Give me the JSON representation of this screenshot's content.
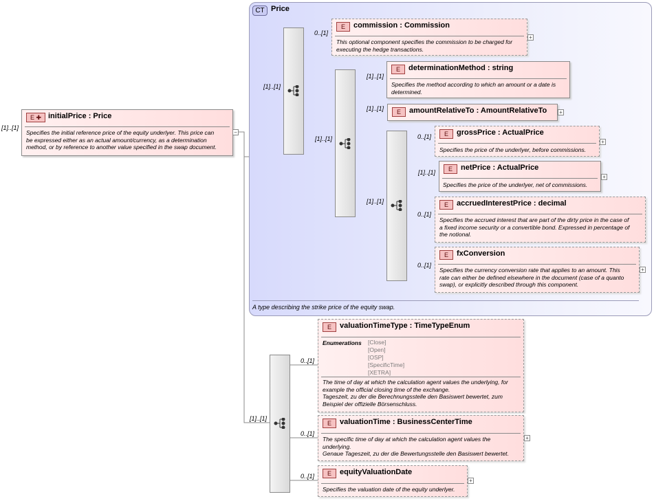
{
  "root": {
    "cardinality": "[1]..[1]",
    "badge": "E",
    "name": "initialPrice",
    "type": "Price",
    "doc": [
      "Specifies the initial reference price of the equity underlyer. This price can",
      "be expressed either as an actual amount/currency, as a determination",
      "method, or by reference to another value specified in the swap document."
    ]
  },
  "complex_type": {
    "badge": "CT",
    "title": "Price",
    "doc": "A type describing the strike price of the equity swap."
  },
  "cardinalities": {
    "seq1": "[1]..[1]",
    "commission": "0..[1]",
    "seq2": "[1]..[1]",
    "determination": "[1]..[1]",
    "amountRelative": "[1]..[1]",
    "seq3": "[1]..[1]",
    "gross": "0..[1]",
    "net": "[1]..[1]",
    "accrued": "0..[1]",
    "fx": "0..[1]",
    "seq4": "[1]..[1]",
    "valuationTimeType": "0..[1]",
    "valuationTime": "0..[1]",
    "equityValuationDate": "0..[1]"
  },
  "elements": {
    "commission": {
      "badge": "E",
      "label": "commission : Commission",
      "doc": [
        "This optional component specifies the commission to be charged for",
        "executing the hedge transactions."
      ]
    },
    "determinationMethod": {
      "badge": "E",
      "label": "determinationMethod : string",
      "doc": [
        "Specifies the method according to which an amount or a date is",
        "determined."
      ]
    },
    "amountRelativeTo": {
      "badge": "E",
      "label": "amountRelativeTo : AmountRelativeTo"
    },
    "grossPrice": {
      "badge": "E",
      "label": "grossPrice : ActualPrice",
      "doc": [
        "Specifies the price of the underlyer, before commissions."
      ]
    },
    "netPrice": {
      "badge": "E",
      "label": "netPrice : ActualPrice",
      "doc": [
        "Specifies the price of the underlyer, net of commissions."
      ]
    },
    "accruedInterestPrice": {
      "badge": "E",
      "label": "accruedInterestPrice : decimal",
      "doc": [
        "Specifies the accrued interest that are part of the dirty price in the case of",
        "a fixed income security or a convertible bond. Expressed in percentage of",
        "the notional."
      ]
    },
    "fxConversion": {
      "badge": "E",
      "label": "fxConversion",
      "doc": [
        "Specifies the currency conversion rate that applies to an amount. This",
        "rate can either be defined elsewhere in the document (case of a quanto",
        "swap), or explicitly described through this component."
      ]
    },
    "valuationTimeType": {
      "badge": "E",
      "label": "valuationTimeType : TimeTypeEnum",
      "enum_label": "Enumerations",
      "enums": [
        "[Close]",
        "[Open]",
        "[OSP]",
        "[SpecificTime]",
        "[XETRA]"
      ],
      "doc": [
        "The time of day at which the calculation agent values the underlying, for",
        "example the official closing time of the exchange.",
        "Tageszeit, zu der die Berechnungsstelle den Basiswert bewertet, zum",
        "Beispiel der offizielle Börsenschluss."
      ]
    },
    "valuationTime": {
      "badge": "E",
      "label": "valuationTime : BusinessCenterTime",
      "doc": [
        "The specific time of day at which the calculation agent values the",
        "underlying.",
        "Genaue Tageszeit, zu der die Bewertungsstelle den Basiswert bewertet."
      ]
    },
    "equityValuationDate": {
      "badge": "E",
      "label": "equityValuationDate",
      "doc": [
        "Specifies the valuation date of the equity underlyer."
      ]
    }
  },
  "colors": {
    "element_fill": "#ffdede",
    "element_border": "#8a8a8a",
    "complex_type_fill": "#d7dafc",
    "sequence_fill": "#e6e6e6"
  },
  "icons": {
    "sequence": "sequence-compositor-icon",
    "expand": "expand-plus-icon",
    "collapse": "collapse-minus-icon"
  }
}
